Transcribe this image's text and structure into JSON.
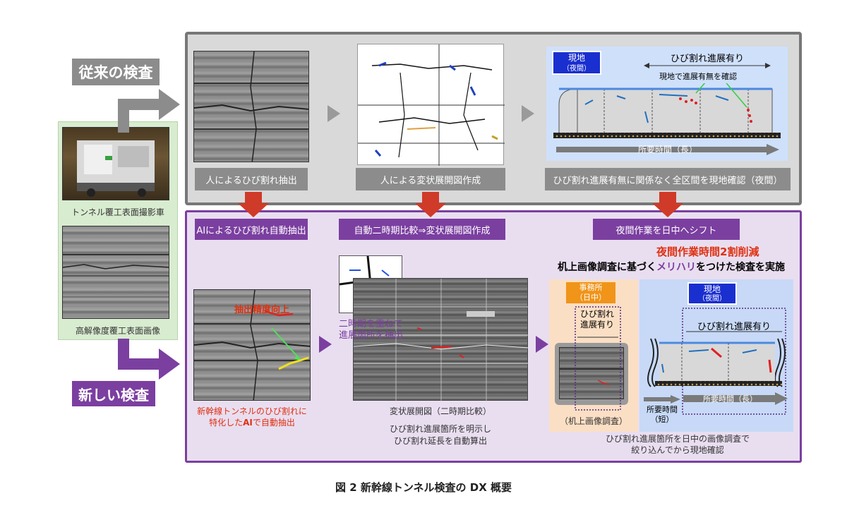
{
  "left": {
    "traditional_label": "従来の検査",
    "new_label": "新しい検査",
    "vehicle_caption": "トンネル覆工表面撮影車",
    "image_caption": "高解像度覆工表面画像"
  },
  "traditional": {
    "steps": [
      "人によるひび割れ抽出",
      "人による変状展開図作成",
      "ひび割れ進展有無に関係なく全区間を現地確認（夜間）"
    ],
    "site_box_line1": "現地",
    "site_box_line2": "（夜間）",
    "crack_growth": "ひび割れ進展有り",
    "site_confirm": "現地で進展有無を確認",
    "time_long": "所要時間（長）"
  },
  "new": {
    "headers": [
      "AIによるひび割れ自動抽出",
      "自動二時期比較⇒変状展開図作成",
      "夜間作業を日中へシフト"
    ],
    "accuracy_label": "抽出精度向上",
    "ai_caption_part1": "新幹線トンネルのひび割れに",
    "ai_caption_part2a": "特化した",
    "ai_caption_part2b": "AI",
    "ai_caption_part2c": "で自動抽出",
    "overlay_line1": "二時期を重ねて",
    "overlay_line2": "進展箇所を抽出",
    "map_caption": "変状展開図（二時期比較）",
    "map_desc1": "ひび割れ進展箇所を明示し",
    "map_desc2": "ひび割れ延長を自動算出",
    "reduction": "夜間作業時間2割削減",
    "desk_line_a": "机上画像調査に基づく",
    "desk_line_b": "メリハリ",
    "desk_line_c": "をつけた検査を実施",
    "office_line1": "事務所",
    "office_line2": "（日中）",
    "office_growth1": "ひび割れ",
    "office_growth2": "進展有り",
    "office_caption": "（机上画像調査）",
    "site_line1": "現地",
    "site_line2": "（夜間）",
    "site_growth": "ひび割れ進展有り",
    "time_short1": "所要時間",
    "time_short2": "（短）",
    "time_long": "所要時間（長）",
    "summary1": "ひび割れ進展箇所を日中の画像調査で",
    "summary2": "絞り込んでから現地確認"
  },
  "figure_caption": "図 2  新幹線トンネル検査の DX 概要"
}
